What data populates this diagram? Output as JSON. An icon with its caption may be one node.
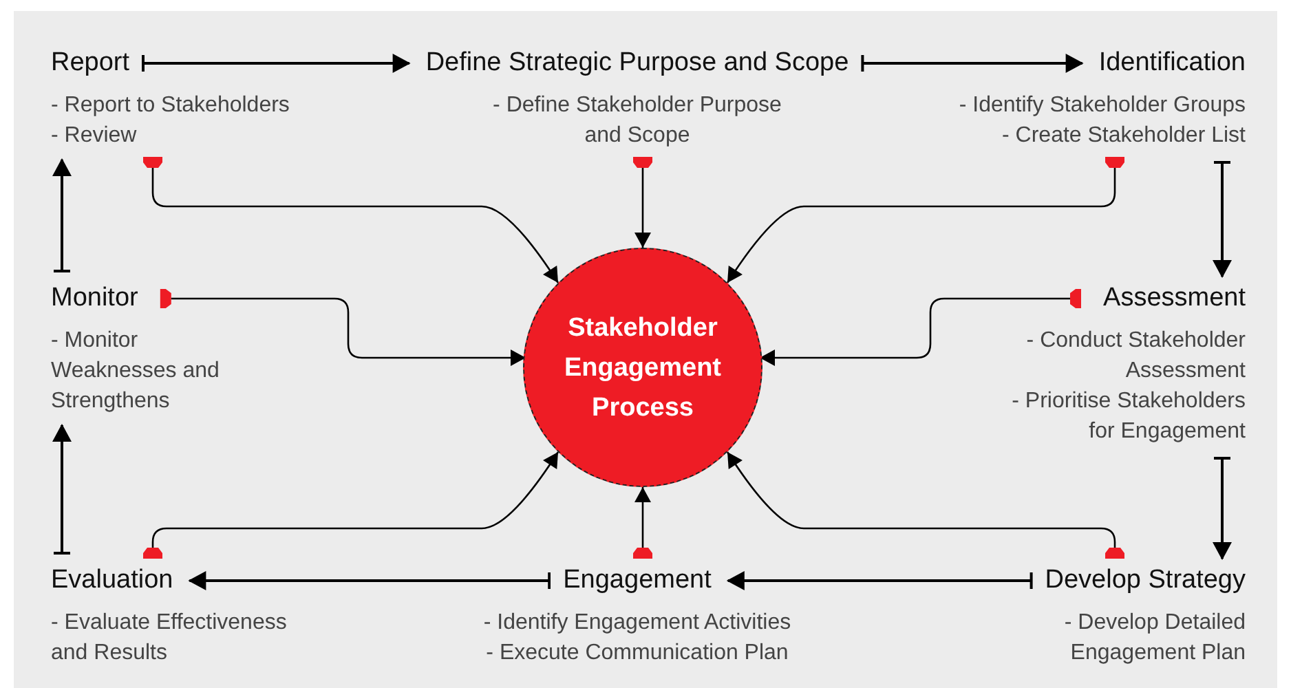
{
  "diagram": {
    "nodes": [
      {
        "text": [
          "Report",
          "- Report to Stakeholders",
          "- Review"
        ]
      },
      {
        "text": [
          "Define Strategic Purpose and Scope",
          "- Define Stakeholder Purpose and Scope"
        ]
      },
      {
        "text": [
          "Identification",
          "- Identify Stakeholder Groups",
          "- Create Stakeholder List"
        ]
      },
      {
        "text": [
          "Monitor",
          "- Monitor Weaknesses and Strengthens"
        ]
      },
      {
        "text": [
          "Stakeholder Engagement Process"
        ]
      },
      {
        "text": [
          "Assessment",
          "- Conduct Stakeholder Assessment",
          "- Prioritise Stakeholders for Engagement"
        ]
      },
      {
        "text": [
          "Evaluation",
          "- Evaluate Effectiveness and Results"
        ]
      },
      {
        "text": [
          "Engagement",
          "- Identify Engagement Activities",
          "- Execute Communication Plan"
        ]
      },
      {
        "text": [
          "Develop Strategy",
          "- Develop Detailed Engagement Plan"
        ]
      }
    ],
    "edges": [
      {
        "from": 0,
        "to": 1,
        "arrow": "to"
      },
      {
        "from": 1,
        "to": 2,
        "arrow": "to"
      },
      {
        "from": 2,
        "to": 5,
        "arrow": "to"
      },
      {
        "from": 5,
        "to": 8,
        "arrow": "to"
      },
      {
        "from": 8,
        "to": 7,
        "arrow": "to"
      },
      {
        "from": 7,
        "to": 6,
        "arrow": "to"
      },
      {
        "from": 6,
        "to": 3,
        "arrow": "to"
      },
      {
        "from": 3,
        "to": 0,
        "arrow": "to"
      },
      {
        "from": 0,
        "to": 4,
        "arrow": "to"
      },
      {
        "from": 1,
        "to": 4,
        "arrow": "to"
      },
      {
        "from": 2,
        "to": 4,
        "arrow": "to"
      },
      {
        "from": 3,
        "to": 4,
        "arrow": "to"
      },
      {
        "from": 5,
        "to": 4,
        "arrow": "to"
      },
      {
        "from": 6,
        "to": 4,
        "arrow": "to"
      },
      {
        "from": 7,
        "to": 4,
        "arrow": "to"
      },
      {
        "from": 8,
        "to": 4,
        "arrow": "to"
      }
    ]
  }
}
